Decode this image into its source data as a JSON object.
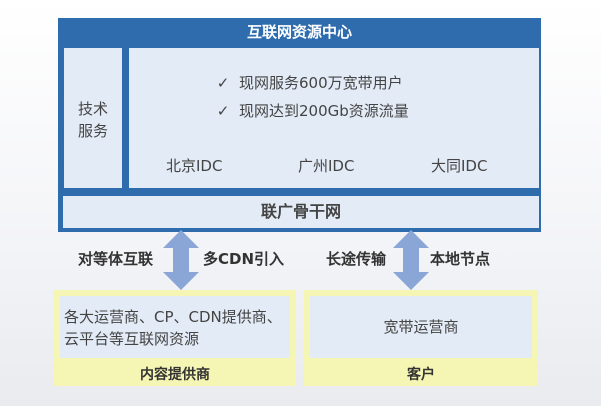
{
  "idc_center": {
    "title": "互联网资源中心",
    "side_label_line1": "技术",
    "side_label_line2": "服务",
    "checks": [
      {
        "text": "现网服务600万宽带用户"
      },
      {
        "text": "现网达到200Gb资源流量"
      }
    ],
    "nodes": [
      "北京IDC",
      "广州IDC",
      "大同IDC"
    ]
  },
  "backbone": {
    "label": "联广骨干网"
  },
  "links": {
    "left_a": "对等体互联",
    "left_b": "多CDN引入",
    "right_a": "长途传输",
    "right_b": "本地节点"
  },
  "content_provider": {
    "text_line1": "各大运营商、CP、CDN提供商、",
    "text_line2": "云平台等互联网资源",
    "label": "内容提供商"
  },
  "customer": {
    "text": "宽带运营商",
    "label": "客户"
  },
  "colors": {
    "primary_blue": "#2e6cad",
    "panel_light": "#e3ebf6",
    "arrow_blue": "#8aa6d6",
    "bottom_yellow": "#f5f6b4"
  }
}
